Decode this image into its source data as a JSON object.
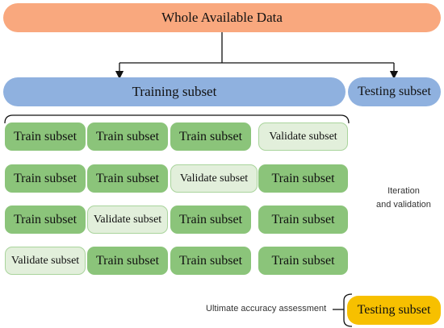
{
  "top": {
    "label": "Whole Available Data"
  },
  "training": {
    "label": "Training subset"
  },
  "testing": {
    "label": "Testing subset"
  },
  "folds": [
    [
      "Train subset",
      "Train subset",
      "Train subset",
      "Validate subset"
    ],
    [
      "Train subset",
      "Train subset",
      "Validate subset",
      "Train subset"
    ],
    [
      "Train subset",
      "Validate subset",
      "Train subset",
      "Train subset"
    ],
    [
      "Validate subset",
      "Train subset",
      "Train subset",
      "Train subset"
    ]
  ],
  "iteration_note": {
    "line1": "Iteration",
    "line2": "and validation"
  },
  "final": {
    "note": "Ultimate accuracy assessment",
    "label": "Testing subset"
  },
  "colors": {
    "whole": "#f9a87e",
    "subset_bar": "#8fb1df",
    "train": "#8bc47a",
    "validate": "#e2efdb",
    "final_test": "#f7c000"
  }
}
